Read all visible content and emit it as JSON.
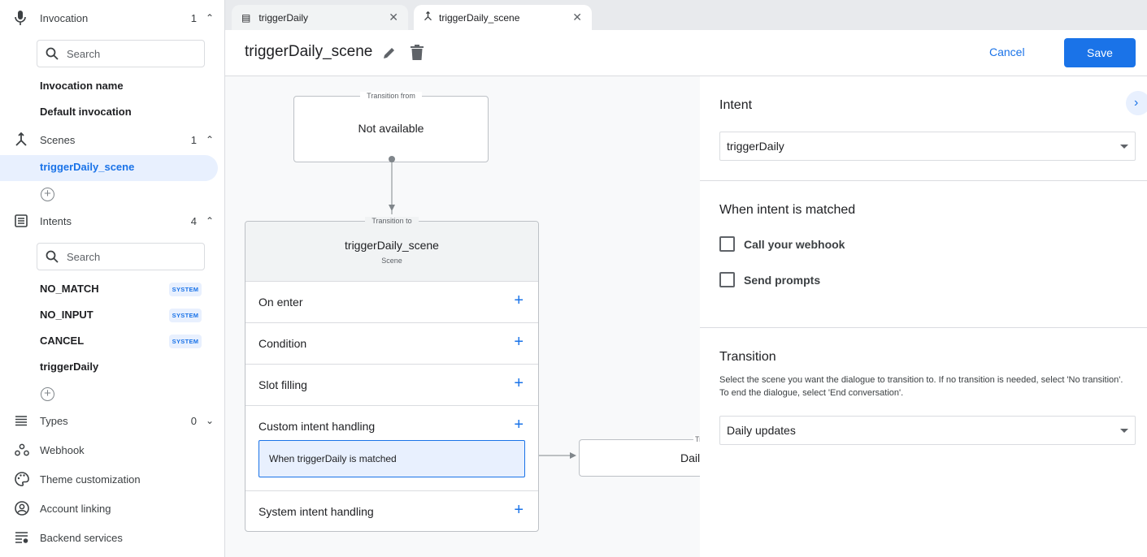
{
  "sidebar": {
    "invocation": {
      "label": "Invocation",
      "count": "1",
      "search_placeholder": "Search",
      "items": [
        "Invocation name",
        "Default invocation"
      ]
    },
    "scenes": {
      "label": "Scenes",
      "count": "1",
      "items": [
        "triggerDaily_scene"
      ]
    },
    "intents": {
      "label": "Intents",
      "count": "4",
      "search_placeholder": "Search",
      "items": [
        {
          "name": "NO_MATCH",
          "badge": "SYSTEM"
        },
        {
          "name": "NO_INPUT",
          "badge": "SYSTEM"
        },
        {
          "name": "CANCEL",
          "badge": "SYSTEM"
        },
        {
          "name": "triggerDaily",
          "badge": ""
        }
      ]
    },
    "types": {
      "label": "Types",
      "count": "0"
    },
    "links": [
      "Webhook",
      "Theme customization",
      "Account linking",
      "Backend services"
    ]
  },
  "tabs": [
    {
      "label": "triggerDaily",
      "icon": "intent-icon"
    },
    {
      "label": "triggerDaily_scene",
      "icon": "scene-icon",
      "active": true
    }
  ],
  "header": {
    "title": "triggerDaily_scene",
    "cancel": "Cancel",
    "save": "Save"
  },
  "canvas": {
    "from": {
      "caption": "Transition from",
      "text": "Not available"
    },
    "scene": {
      "caption": "Transition to",
      "title": "triggerDaily_scene",
      "subtitle": "Scene",
      "rows": [
        "On enter",
        "Condition",
        "Slot filling",
        "Custom intent handling",
        "System intent handling"
      ],
      "handler": "When triggerDaily is matched"
    },
    "target": {
      "caption": "Tr",
      "text": "Dail"
    }
  },
  "panel": {
    "intent_label": "Intent",
    "intent_value": "triggerDaily",
    "matched_label": "When intent is matched",
    "checkboxes": [
      {
        "label": "Call your webhook",
        "checked": false
      },
      {
        "label": "Send prompts",
        "checked": false
      }
    ],
    "transition_label": "Transition",
    "transition_desc": "Select the scene you want the dialogue to transition to. If no transition is needed, select 'No transition'. To end the dialogue, select 'End conversation'.",
    "transition_value": "Daily updates"
  },
  "colors": {
    "accent": "#1a73e8",
    "selected_bg": "#e8f0fe"
  }
}
